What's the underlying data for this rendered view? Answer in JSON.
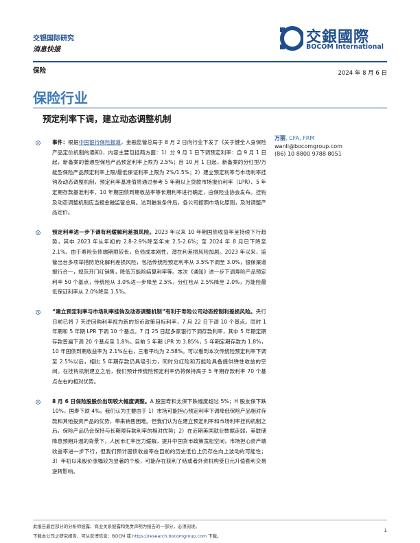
{
  "header": {
    "firm_name": "交银国际研究",
    "report_type": "消息快报",
    "logo_cn": "交銀國際",
    "logo_en": "BOCOM International"
  },
  "meta": {
    "sector_tag": "保险",
    "date": "2024 年 8 月 6 日",
    "sector_title": "保险行业",
    "title": "预定利率下调，建立动态调整机制"
  },
  "analyst": {
    "name": "万丽",
    "credentials": ", CFA, FRM",
    "email": "wanli@bocomgroup.com",
    "phone": "(86) 10 8800 9788 8051"
  },
  "sections": [
    {
      "lead": "事件：",
      "link": "中国银行保险报道",
      "prefix": "根据",
      "text": "，金融监管总局于 8 月 2 日向行业下发了《关于健全人身保险产品定价机制的通知》，内容主要包括两方面：1）分 9 月 1 日下调预定利率：自 9 月 1 日起，新备案的普通型保险产品预定利率上限为 2.5%；自 10 月 1 日起，新备案的分红型/万能型保险产品预定利率上限/最低保证利率上限为 2%/1.5%；2）建立预定利率与市场利率挂钩及动态调整机制，预定利率基准值将通过参考 5 年期以上贷款市场报价利率（LPR）、5 年定期存款基准利率、10 年期国债到期收益率等长期利率进行确定，由保险业协会发布。挂钩及动态调整机制应当报金融监管总局。达到触发条件后，各公司按照市场化原则，及时调整产品定价。"
    },
    {
      "lead": "预定利率进一步下调有利缓解利差损风险。",
      "text": "2023 年以来 10 年期国债收益率呈持续下行趋势，其中 2023 年从年初的 2.8-2.9%降至年末 2.5-2.6%；至 2024 年 8 月已下降至 2.1%。由于寿险负债端期限较长，负债成本刚性，潜在利差损风险加剧。2023 年以来，监管出台多项举措防范化解利差损风险，包括传统险预定利率从 3.5%下调至 3.0%，银保渠道报行合一，规范开门红销售，降低万能险结算利率等。本次《通知》进一步下调寿险产品预定利率 50 个基点，传统险从 3.0%进一步降至 2.5%，分红险从 2.5%降至 2.0%，万能险最低保证利率从 2.0%降至 1.5%。"
    },
    {
      "lead": "“建立预定利率与市场利率挂钩及动态调整机制”有利于寿险公司动态控制利差损风险。",
      "text": "央行日前已将 7 天逆回购利率视为新的货币政策目标利率，7 月 22 日下调 10 个基点。同时 1 年期和 5 年期 LPR 下调 10 个基点。7 月 25 日起多家银行下调存款利率，其中 5 年期定期存款普遍下调 20 个基点至 1.8%。目前 5 年期 LPR 为 3.85%，5 年期定期存款为 1.8%，10 年国债到期收益率为 2.1%左右，三者平均为 2.58%。可以看到本次传统险预定利率下调至 2.5%以后，相比 5 年期存款仍具吸引力，同时分红险和万能险具备提供弹性收益的空间。在挂钩机制建立之后，我们预计传统险预定利率仍将保持高于 5 年期存款利率 70 个基点左右的相对优势。"
    },
    {
      "lead": "8 月 6 日保险股股价出现较大幅度调整。",
      "text": "A 股国寿和太保下跌幅度超过 5%；H 股友保下跌 10%，国寿下跌 4%。我们认为主要由于 1）市场可能担心预定利率下调降低保险产品相对存款和其他投资产品的优势，带来销售困难。但我们认为在建立预定利率和市场利率挂钩机制之后，保险产品仍会保持与长期限存款利率的相对优势；2）在近期美国就业数据走弱，美联储降息预期升温的背景下，人民币汇率压力缓解，提升中国货币政策宽松空间，市场担心资产端收益率进一步下行，但我们预计国债收益率在目前的历史低位上仍存在向上波动的可能性；3）年初以来股价涨幅较为显著的个股，可能存在获利了结或者外资机构受日元升值套利交易逆转影响。"
    }
  ],
  "footer": {
    "disclaimer": "此报告最后部分的分析师披露、商业关系披露和免责声明为报告的一部分，必须阅读。",
    "subscribe_prefix": "下载本公司之研究报告，可从彭博信息：BOCM 或 ",
    "subscribe_url": "https://research.bocomgroup.com",
    "subscribe_suffix": " 下载。",
    "page": "1"
  },
  "colors": {
    "brand_blue": "#1f4e8c",
    "accent_blue": "#3a78b8"
  }
}
